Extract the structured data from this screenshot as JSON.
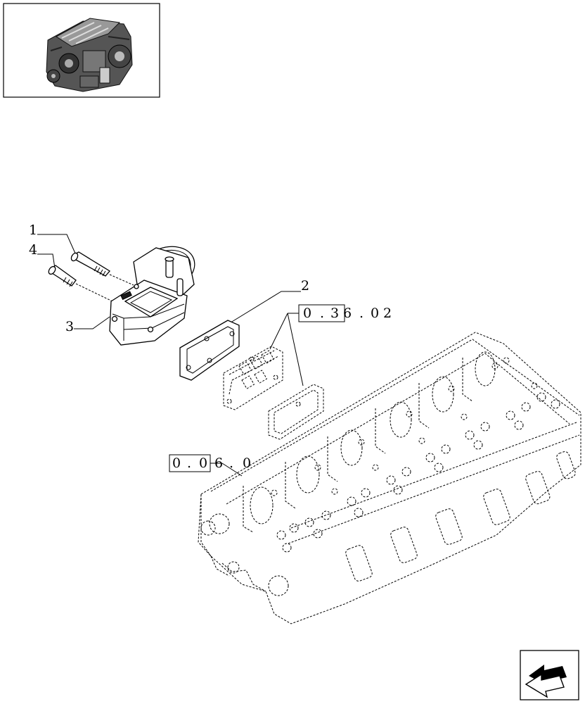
{
  "callouts": [
    {
      "id": "1",
      "label": "1"
    },
    {
      "id": "2",
      "label": "2"
    },
    {
      "id": "3",
      "label": "3"
    },
    {
      "id": "4",
      "label": "4"
    }
  ],
  "references": [
    {
      "id": "ref-0-36-02",
      "chars": [
        "0",
        ".",
        "3",
        "6",
        ".",
        "0",
        "2"
      ]
    },
    {
      "id": "ref-0-06-0",
      "chars": [
        "0",
        ".",
        "0",
        "6",
        ".",
        "0"
      ]
    }
  ],
  "icons": {
    "thumbnail": "engine-thumbnail-icon",
    "nav": "previous-page-arrow-icon"
  }
}
